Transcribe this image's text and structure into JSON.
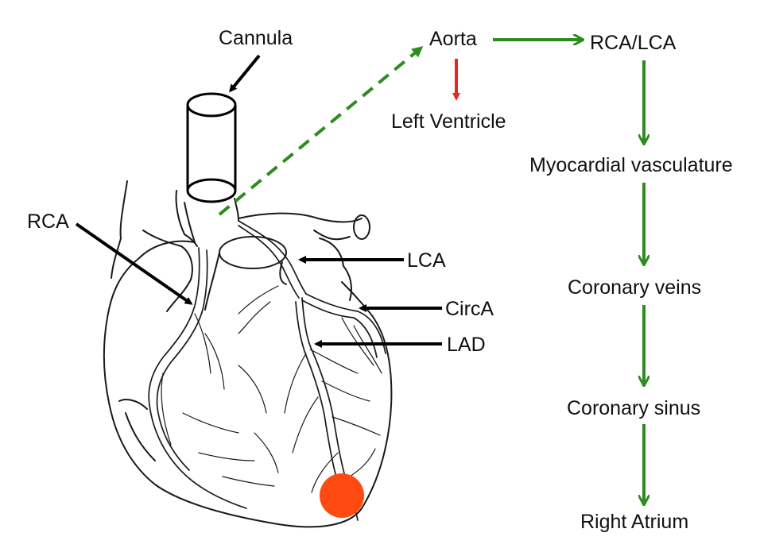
{
  "labels": {
    "cannula": "Cannula",
    "rca": "RCA",
    "lca": "LCA",
    "circa": "CircA",
    "lad": "LAD"
  },
  "flow": {
    "aorta": "Aorta",
    "left_ventricle": "Left Ventricle",
    "rca_lca": "RCA/LCA",
    "myocardial_vasculature": "Myocardial vasculature",
    "coronary_veins": "Coronary veins",
    "coronary_sinus": "Coronary sinus",
    "right_atrium": "Right Atrium"
  },
  "colors": {
    "flow_arrow": "#2e8b1f",
    "backflow_arrow": "#e8281f",
    "marker_dot": "#ff4a12",
    "pointer_arrow": "#000000"
  }
}
